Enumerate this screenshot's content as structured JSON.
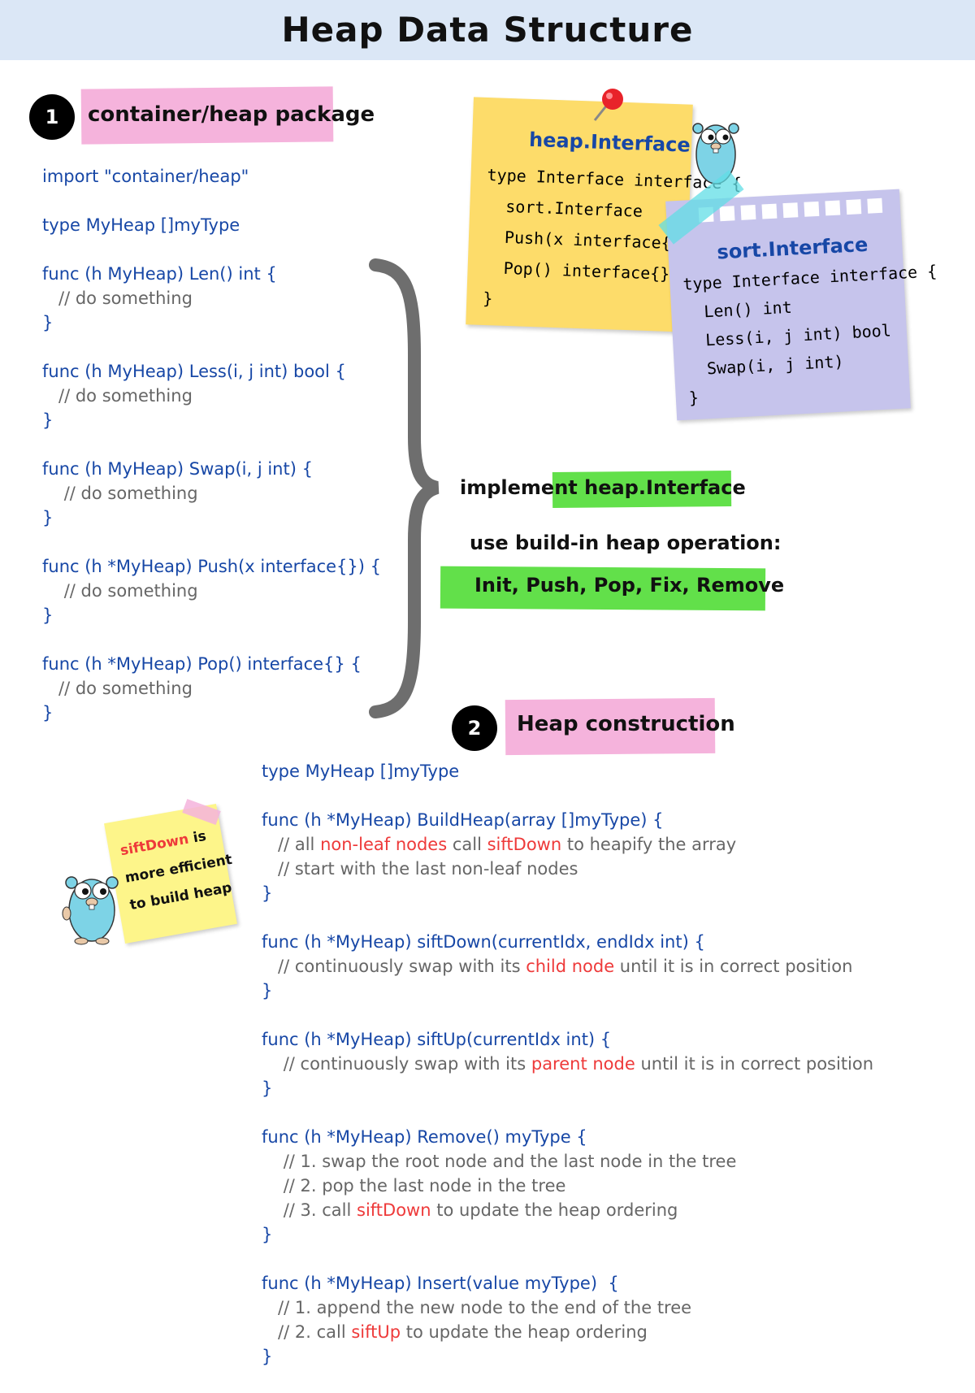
{
  "title": "Heap Data Structure",
  "section1": {
    "number": "1",
    "label": "container/heap package"
  },
  "section2": {
    "number": "2",
    "label": "Heap construction"
  },
  "code1": {
    "import": "import \"container/heap\"",
    "type": "type MyHeap []myType",
    "len_sig": "func (h MyHeap) Len() int {",
    "less_sig": "func (h MyHeap) Less(i, j int) bool {",
    "swap_sig": "func (h MyHeap) Swap(i, j int) {",
    "push_sig": "func (h *MyHeap) Push(x interface{}) {",
    "pop_sig": "func (h *MyHeap) Pop() interface{} {",
    "comment": "// do something",
    "close": "}"
  },
  "heap_note": {
    "title": "heap.Interface",
    "lines": [
      "type Interface interface {",
      "  sort.Interface",
      "  Push(x interface{})",
      "  Pop() interface{}",
      "}"
    ]
  },
  "sort_note": {
    "title": "sort.Interface",
    "lines": [
      "type Interface interface {",
      "  Len() int",
      "  Less(i, j int) bool",
      "  Swap(i, j int)",
      "}"
    ]
  },
  "implement": {
    "prefix": "implement ",
    "highlight": "heap.Interface"
  },
  "use_builtin": "use build-in  heap operation:",
  "operations": "Init, Push, Pop, Fix, Remove",
  "tip_note": {
    "red": "siftDown",
    "line1_rest": " is",
    "line2": "more efficient",
    "line3": "to build heap"
  },
  "code2": {
    "type": "type MyHeap []myType",
    "build_sig": "func (h *MyHeap) BuildHeap(array []myType) {",
    "build_c1_a": "// all ",
    "build_c1_r1": "non-leaf nodes",
    "build_c1_b": " call ",
    "build_c1_r2": "siftDown",
    "build_c1_c": " to heapify the array",
    "build_c2": "// start with the last non-leaf nodes",
    "siftdown_sig": "func (h *MyHeap) siftDown(currentIdx, endIdx int) {",
    "siftdown_c_a": "// continuously swap with its ",
    "siftdown_c_r": "child node",
    "siftdown_c_b": " until it is in correct position",
    "siftup_sig": "func (h *MyHeap) siftUp(currentIdx int) {",
    "siftup_c_a": "// continuously swap with its ",
    "siftup_c_r": "parent node",
    "siftup_c_b": " until it is in correct position",
    "remove_sig": "func (h *MyHeap) Remove() myType {",
    "remove_c1": "// 1. swap the root node and the last node in the tree",
    "remove_c2": "// 2. pop the last node in the tree",
    "remove_c3_a": "// 3. call ",
    "remove_c3_r": "siftDown",
    "remove_c3_b": " to update the heap ordering",
    "insert_sig": "func (h *MyHeap) Insert(value myType)  {",
    "insert_c1": "// 1. append the new node to the end of the tree",
    "insert_c2_a": "// 2. call ",
    "insert_c2_r": "siftUp",
    "insert_c2_b": " to update the heap ordering",
    "close": "}"
  },
  "colors": {
    "code_blue": "#1747a6",
    "comment_gray": "#666666",
    "highlight_red": "#ee3a3a",
    "pink_tape": "#f5b3dc",
    "green_tape": "#62e04a",
    "yellow_note": "#fddc6a",
    "purple_note": "#c6c4ec",
    "title_bar": "#dbe7f6"
  }
}
